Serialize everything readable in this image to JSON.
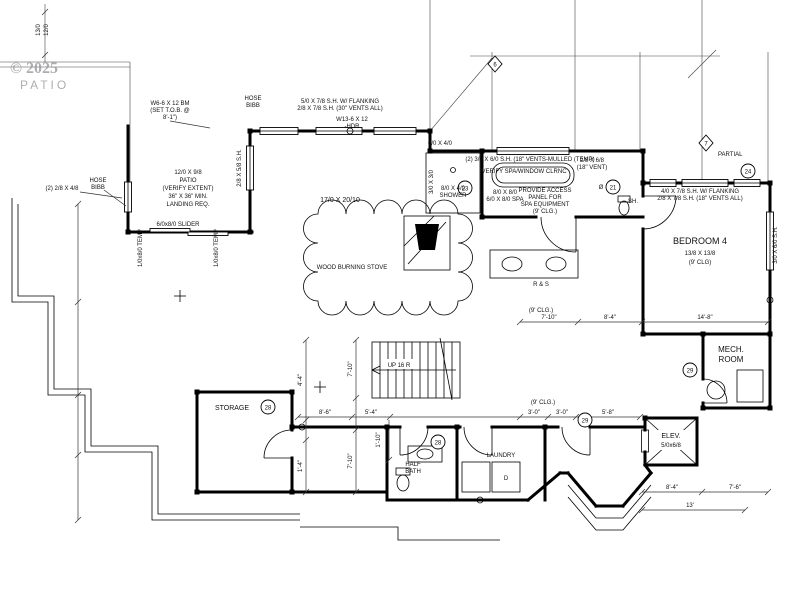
{
  "watermark": {
    "copyright": "© 2025",
    "brand": "PATIO"
  },
  "annotations": {
    "beam1": "W6-6 X 12 BM",
    "beam2": "(SET T.O.B. @",
    "beam3": "8'-1\")",
    "hose1a": "HOSE",
    "hose1b": "BIBB",
    "wintop1": "5/0 X 7/8 S.H. W/ FLANKING",
    "wintop2": "2/8 X 7/8 S.H. (30\" VENTS ALL)",
    "hdr1": "W13-6 X 12",
    "hdr2": "-HDR",
    "patio1": "12/0 X 9/8",
    "patio2": "PATIO",
    "patio3": "(VERIFY EXTENT)",
    "patio4": "36\" X 36\" MIN.",
    "patio5": "LANDING REQ.",
    "win248": "(2) 2/8 X 4/8",
    "hose2a": "HOSE",
    "hose2b": "BIBB",
    "win2858": "2/8 X 5/8 S.H.",
    "slider": "6/0x8/0 SLIDER",
    "temp1": "1/0x8/0 TEMP",
    "temp2": "1/0x8/0 TEMP",
    "greatroom": "17/0 X 20/10",
    "win3030": "3/0 X 3/0",
    "win6040": "6/0 X 4/0",
    "shower1": "8/0 X 4/0",
    "shower2": "SHOWER",
    "spawin1": "(2) 3/0 X 6/0 S.H. (18\" VENTS-MULLED (TEMP)",
    "spawin2": "VERIFY SPA/WINDOW CLRNC",
    "door2868": "2/8 X 6/8",
    "vent18": "(18\" VENT)",
    "spa1": "8/0 X 8/0",
    "spa2": "6/0 X 8/0 SPA",
    "access1": "PROVIDE ACCESS",
    "access2": "PANEL FOR",
    "access3": "SPA EQUIPMENT",
    "access4": "(9' CLG.)",
    "dia": "Ø",
    "sh": "SH.",
    "winbr1": "4/0 X 7/8 S.H. W/ FLANKING",
    "winbr2": "2/8 X 7/8 S.H. (18\" VENTS ALL)",
    "wineast": "3/0 X 6/0 S.H.",
    "partial": "PARTIAL",
    "stove": "WOOD BURNING STOVE",
    "rs": "R & S",
    "clg1": "(9' CLG.)",
    "clg2": "(9' CLG.)",
    "up": "UP 16 R"
  },
  "rooms": {
    "bedroom4_name": "BEDROOM 4",
    "bedroom4_size": "13/8 X 13/8",
    "bedroom4_clg": "(9' CLG)",
    "mech1": "MECH.",
    "mech2": "ROOM",
    "storage": "STORAGE",
    "half1": "HALF",
    "half2": "BATH",
    "laundry": "LAUNDRY",
    "dryer": "D",
    "elev1": "ELEV.",
    "elev2": "5/0x6/8"
  },
  "dimensions": {
    "d130": "13/0",
    "d120": "12/0",
    "d710a": "7'-10\"",
    "d84a": "8'-4\"",
    "d148": "14'-8\"",
    "d710b": "7'-10\"",
    "d44": "4'-4\"",
    "d710c": "7'-10\"",
    "d14": "1'-4\"",
    "d110": "1'-10\"",
    "d86": "8'-6\"",
    "d54": "5'-4\"",
    "d30a": "3'-0\"",
    "d30b": "3'-0\"",
    "d58": "5'-8\"",
    "d84b": "8'-4\"",
    "d76": "7'-6\"",
    "d13": "13'"
  },
  "keynotes": {
    "k21": "21",
    "k23": "23",
    "k24": "24",
    "k28a": "28",
    "k28b": "28",
    "k29a": "29",
    "k29b": "29"
  },
  "tags": {
    "t6": "6",
    "t7": "7"
  }
}
